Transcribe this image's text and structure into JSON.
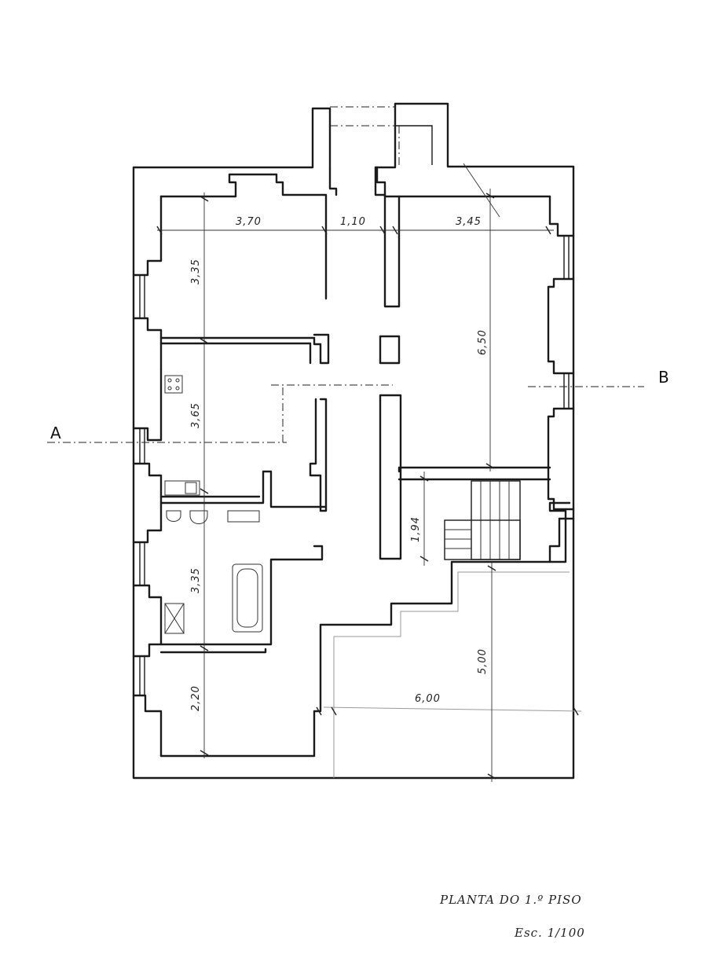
{
  "dimensions": {
    "d1": "3,70",
    "d2": "1,10",
    "d3": "3,45",
    "d4": "3,35",
    "d5": "3,65",
    "d6": "3,35",
    "d7": "2,20",
    "d8": "6,50",
    "d9": "1,94",
    "d10": "5,00",
    "d11": "6,00"
  },
  "section_marks": {
    "left": "A",
    "right": "B"
  },
  "title": {
    "name": "PLANTA DO 1.º PISO",
    "scale": "Esc. 1/100"
  }
}
